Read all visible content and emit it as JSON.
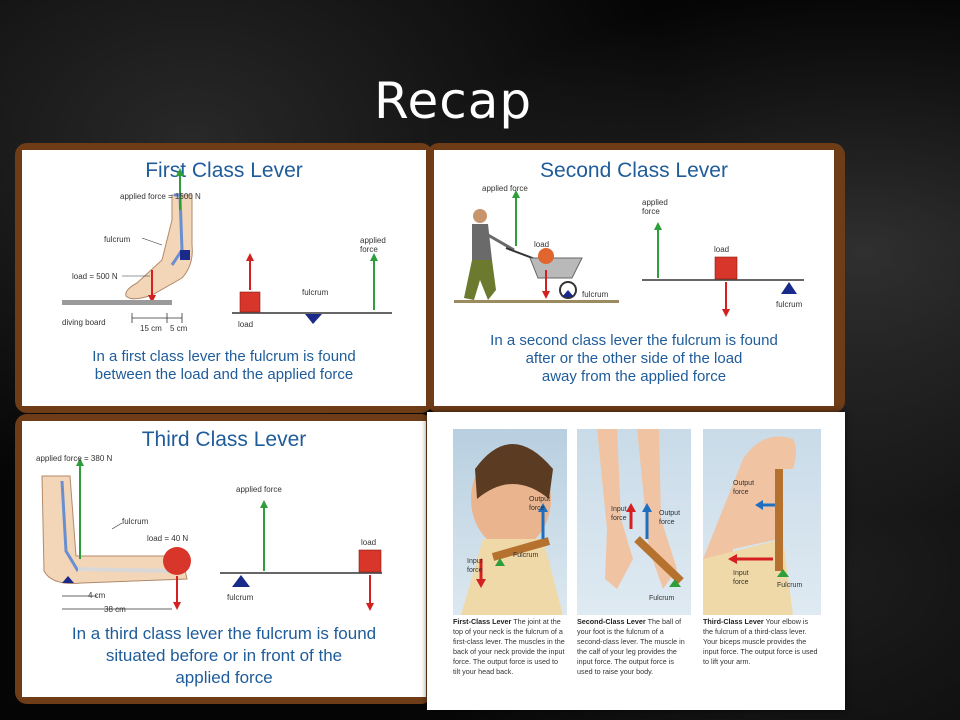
{
  "slide": {
    "title": "Recap"
  },
  "first": {
    "title": "First Class Lever",
    "labels": {
      "applied_force_top": "applied force = 1500 N",
      "fulcrum_left": "fulcrum",
      "load_left": "load = 500 N",
      "diving_board": "diving board",
      "dist1": "15 cm",
      "dist2": "5 cm",
      "applied_force_right": "applied force",
      "fulcrum_right": "fulcrum",
      "load_right": "load"
    },
    "caption_line1": "In a first class lever the fulcrum is found",
    "caption_line2": "between the load and the applied force"
  },
  "second": {
    "title": "Second Class Lever",
    "labels": {
      "applied_force_left": "applied force",
      "load_left": "load",
      "fulcrum_left": "fulcrum",
      "applied_force_right": "applied force",
      "load_right": "load",
      "fulcrum_right": "fulcrum"
    },
    "caption_line1": "In a second class lever the fulcrum is found",
    "caption_line2": "after or the other side of the load",
    "caption_line3": "away from the applied force"
  },
  "third": {
    "title": "Third Class Lever",
    "labels": {
      "applied_force_top": "applied force = 380 N",
      "fulcrum_left": "fulcrum",
      "load_left": "load = 40 N",
      "dist1": "4 cm",
      "dist2": "38 cm",
      "applied_force_right": "applied force",
      "load_right": "load",
      "fulcrum_right": "fulcrum"
    },
    "caption_line1": "In a third class lever the fulcrum is found",
    "caption_line2": "situated before or in front of the",
    "caption_line3": "applied force"
  },
  "photos": {
    "p1": {
      "output": "Output force",
      "input": "Input force",
      "fulcrum": "Fulcrum"
    },
    "p2": {
      "input": "Input force",
      "output": "Output force",
      "fulcrum": "Fulcrum"
    },
    "p3": {
      "output": "Output force",
      "input": "Input force",
      "fulcrum": "Fulcrum"
    },
    "captions": [
      {
        "head": "First-Class Lever",
        "body": "The joint at the top of your neck is the fulcrum of a first-class lever. The muscles in the back of your neck provide the input force. The output force is used to tilt your head back."
      },
      {
        "head": "Second-Class Lever",
        "body": "The ball of your foot is the fulcrum of a second-class lever. The muscle in the calf of your leg provides the input force. The output force is used to raise your body."
      },
      {
        "head": "Third-Class Lever",
        "body": "Your elbow is the fulcrum of a third-class lever. Your biceps muscle provides the input force. The output force is used to lift your arm."
      }
    ]
  },
  "colors": {
    "panel_frame": "#6e3c17",
    "heading_blue": "#1f5c9a",
    "force_red": "#d42020",
    "force_green": "#2e9e3a",
    "fulcrum_blue": "#1a2a8a"
  }
}
